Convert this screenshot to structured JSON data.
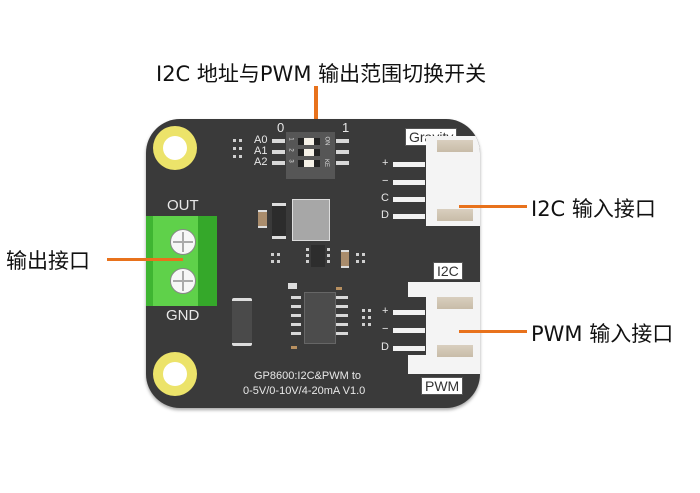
{
  "callouts": {
    "dip_switch": "I2C 地址与PWM 输出范围切换开关",
    "i2c_input": "I2C 输入接口",
    "pwm_input": "PWM 输入接口",
    "output": "输出接口"
  },
  "board": {
    "out_label": "OUT",
    "gnd_label": "GND",
    "dip_zero": "0",
    "dip_one": "1",
    "dip_rows": [
      "A0",
      "A1",
      "A2"
    ],
    "dip_nums": [
      "1",
      "2",
      "3"
    ],
    "dip_on": "ON",
    "dip_ke": "KE",
    "gravity_label": "Gravity",
    "i2c_pins": [
      "+",
      "−",
      "C",
      "D"
    ],
    "i2c_label": "I2C",
    "pwm_pins": [
      "+",
      "−",
      "D"
    ],
    "pwm_label": "PWM",
    "model_line1": "GP8600:I2C&PWM to",
    "model_line2": "0-5V/0-10V/4-20mA V1.0"
  },
  "colors": {
    "accent_line": "#e8721c",
    "pcb": "#3a3a3a",
    "terminal_green": "#4cc63a",
    "mount_hole": "#ece36a"
  }
}
